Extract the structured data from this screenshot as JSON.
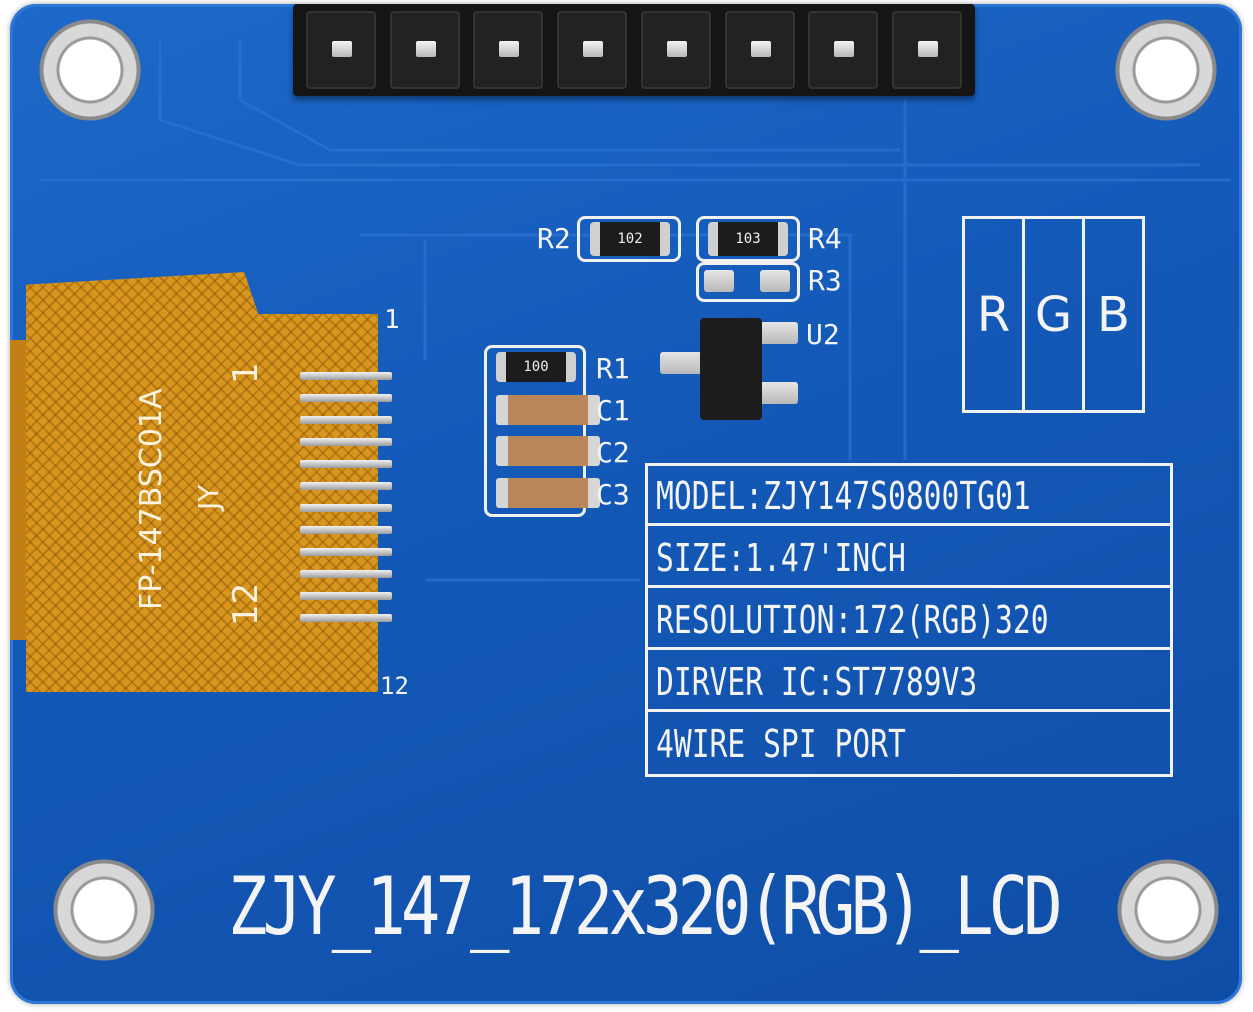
{
  "board": {
    "title": "ZJY_147_172x320(RGB)_LCD",
    "info_rows": [
      "MODEL:ZJY147S0800TG01",
      "SIZE:1.47'INCH",
      "RESOLUTION:172(RGB)320",
      "DIRVER IC:ST7789V3",
      "4WIRE SPI PORT"
    ],
    "rgb_labels": [
      "R",
      "G",
      "B"
    ],
    "component_labels": {
      "r1": "R1",
      "r2": "R2",
      "r3": "R3",
      "r4": "R4",
      "c1": "C1",
      "c2": "C2",
      "c3": "C3",
      "u2": "U2"
    },
    "resistor_codes": {
      "r1": "100",
      "r2": "102",
      "r4": "103"
    },
    "pin_labels": {
      "first": "1",
      "last": "12"
    },
    "flex_cable": {
      "part_number": "FP-147BSC01A",
      "maker": "JY",
      "pin_first": "1",
      "pin_last": "12"
    },
    "colors": {
      "pcb": "#1459b8",
      "silkscreen": "#f4f4f4",
      "flex": "#d8961e",
      "header": "#151515"
    }
  }
}
